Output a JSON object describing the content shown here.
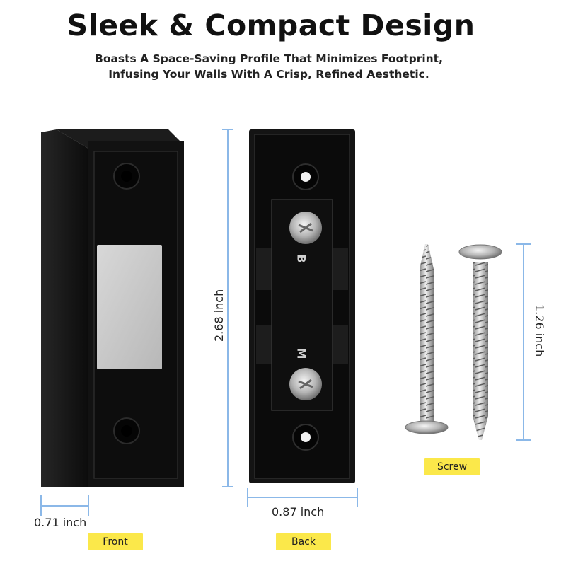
{
  "header": {
    "title": "Sleek & Compact Design",
    "subtitle_line1": "Boasts A Space-Saving Profile That Minimizes Footprint,",
    "subtitle_line2": "Infusing Your Walls With A Crisp, Refined Aesthetic."
  },
  "dimensions": {
    "front_width": "0.71 inch",
    "back_height": "2.68 inch",
    "back_width": "0.87 inch",
    "screw_length": "1.26 inch"
  },
  "labels": {
    "front": "Front",
    "back": "Back",
    "screw": "Screw",
    "terminal_b": "B",
    "terminal_m": "M"
  },
  "colors": {
    "dimension_line": "#8bb8e8",
    "tag_background": "#fbe84a",
    "housing": "#151515",
    "button": "#c9c9c9"
  }
}
